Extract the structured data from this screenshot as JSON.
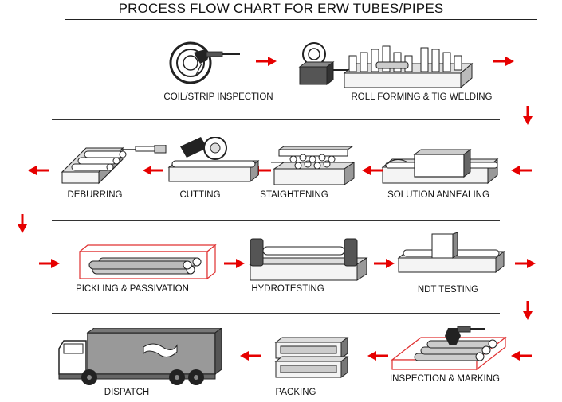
{
  "title": "PROCESS FLOW CHART FOR ERW TUBES/PIPES",
  "colors": {
    "arrow": "#e60000",
    "stroke": "#222222",
    "fill_light": "#f2f2f2",
    "fill_mid": "#c8c8c8",
    "fill_dark": "#555555",
    "outline_red": "#e03030"
  },
  "steps": [
    {
      "id": "coil",
      "label": "COIL/STRIP INSPECTION"
    },
    {
      "id": "roll",
      "label": "ROLL FORMING & TIG WELDING"
    },
    {
      "id": "annealing",
      "label": "SOLUTION ANNEALING"
    },
    {
      "id": "straightening",
      "label": "STAIGHTENING"
    },
    {
      "id": "cutting",
      "label": "CUTTING"
    },
    {
      "id": "deburring",
      "label": "DEBURRING"
    },
    {
      "id": "pickling",
      "label": "PICKLING & PASSIVATION"
    },
    {
      "id": "hydro",
      "label": "HYDROTESTING"
    },
    {
      "id": "ndt",
      "label": "NDT TESTING"
    },
    {
      "id": "inspection",
      "label": "INSPECTION & MARKING"
    },
    {
      "id": "packing",
      "label": "PACKING"
    },
    {
      "id": "dispatch",
      "label": "DISPATCH"
    }
  ]
}
